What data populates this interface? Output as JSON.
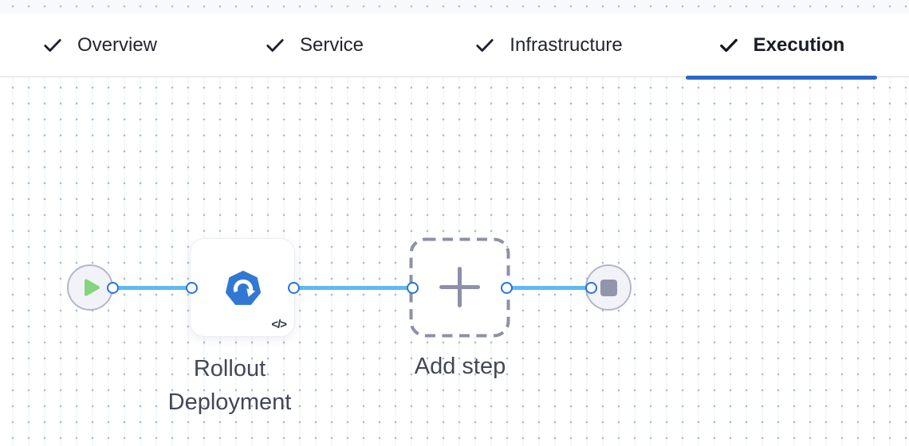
{
  "tab_bar": {
    "tabs": [
      {
        "label": "Overview",
        "status": "completed",
        "active": false
      },
      {
        "label": "Service",
        "status": "completed",
        "active": false
      },
      {
        "label": "Infrastructure",
        "status": "completed",
        "active": false
      },
      {
        "label": "Execution",
        "status": "completed",
        "active": true
      }
    ]
  },
  "pipeline": {
    "start_node": {
      "icon": "play-icon"
    },
    "step": {
      "label": "Rollout Deployment",
      "icon": "k8s-rollout-icon",
      "code_toggle": "</>"
    },
    "add_step": {
      "label": "Add step",
      "icon": "plus-icon"
    },
    "end_node": {
      "icon": "stop-icon"
    }
  },
  "colors": {
    "active_tab_underline": "#2a67c4",
    "connector_blue": "#60b9f1",
    "port_border_blue": "#2673df",
    "step_icon_blue": "#3178d4",
    "play_green": "#87d47e",
    "node_gray": "#9395ab",
    "label_text": "#44465a"
  }
}
